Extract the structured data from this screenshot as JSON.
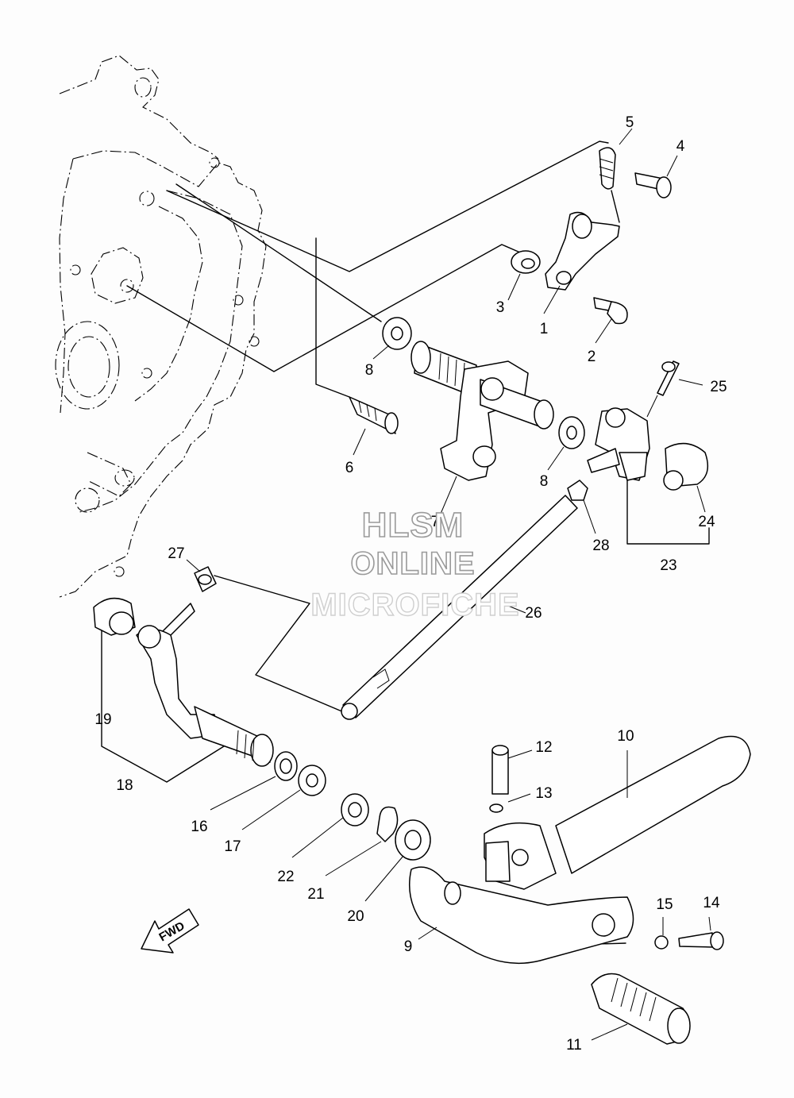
{
  "parts": [
    {
      "number": "1"
    },
    {
      "number": "2"
    },
    {
      "number": "3"
    },
    {
      "number": "4"
    },
    {
      "number": "5"
    },
    {
      "number": "6"
    },
    {
      "number": "7"
    },
    {
      "number": "8"
    },
    {
      "number": "8"
    },
    {
      "number": "9"
    },
    {
      "number": "10"
    },
    {
      "number": "11"
    },
    {
      "number": "12"
    },
    {
      "number": "13"
    },
    {
      "number": "14"
    },
    {
      "number": "15"
    },
    {
      "number": "16"
    },
    {
      "number": "17"
    },
    {
      "number": "18"
    },
    {
      "number": "19"
    },
    {
      "number": "20"
    },
    {
      "number": "21"
    },
    {
      "number": "22"
    },
    {
      "number": "23"
    },
    {
      "number": "24"
    },
    {
      "number": "25"
    },
    {
      "number": "26"
    },
    {
      "number": "27"
    },
    {
      "number": "28"
    }
  ],
  "direction_arrow": {
    "label": "FWD",
    "icon": "forward-arrow-icon"
  },
  "watermark": {
    "line1": "HLSM",
    "line2": "ONLINE",
    "line3": "MICROFICHE"
  }
}
